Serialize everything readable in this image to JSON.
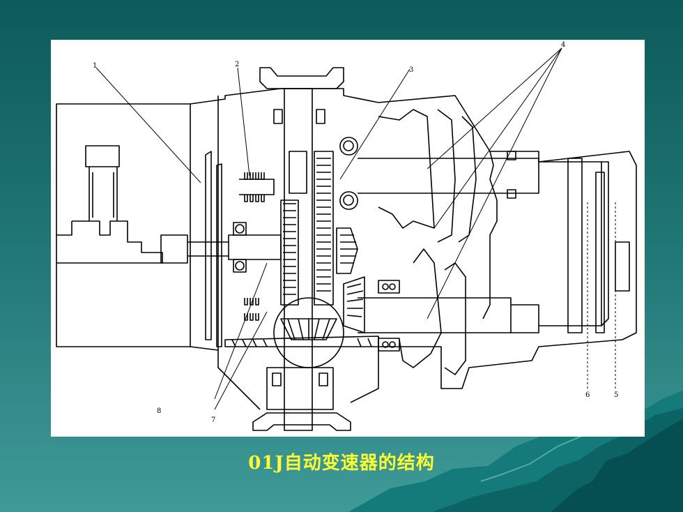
{
  "slide": {
    "caption": "01J自动变速器的结构",
    "caption_color": "#ffff33",
    "background_top": "#0e5a5a",
    "background_bottom": "#3f9a98"
  },
  "diagram": {
    "labels": [
      "1",
      "2",
      "3",
      "4",
      "5",
      "6",
      "7",
      "8"
    ]
  }
}
